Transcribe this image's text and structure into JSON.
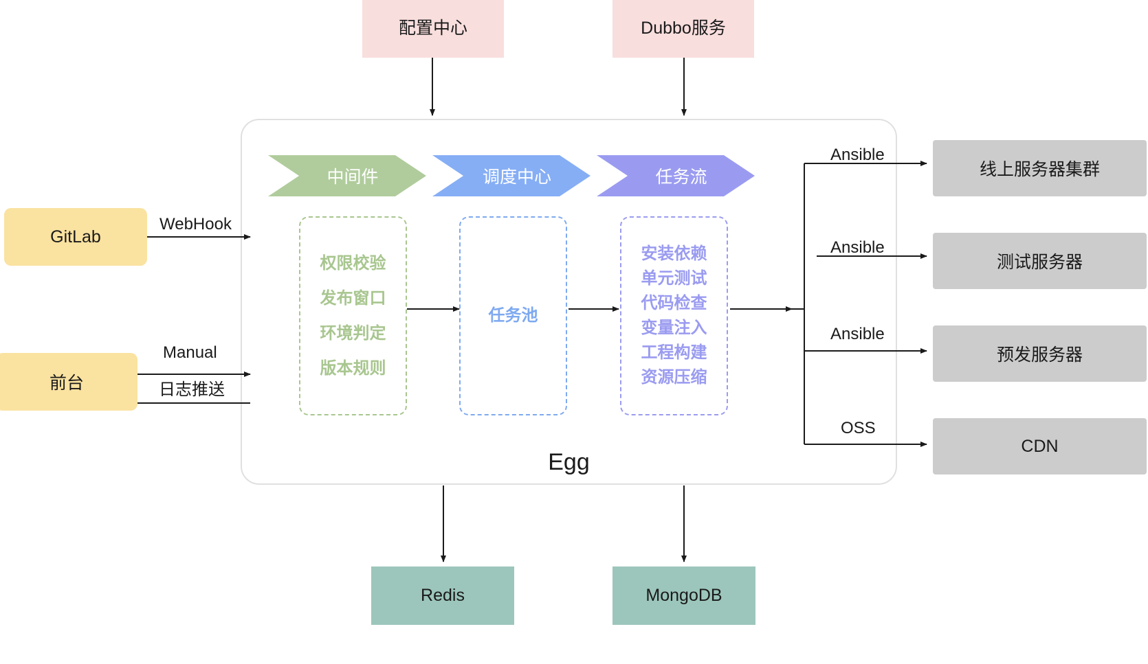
{
  "diagram": {
    "title": "Egg",
    "container_label": "Egg"
  },
  "top_sources": [
    {
      "id": "config-center",
      "label": "配置中心"
    },
    {
      "id": "dubbo-service",
      "label": "Dubbo服务"
    }
  ],
  "left_sources": [
    {
      "id": "gitlab",
      "label": "GitLab"
    },
    {
      "id": "frontend",
      "label": "前台"
    }
  ],
  "left_edges": [
    {
      "id": "webhook",
      "label": "WebHook"
    },
    {
      "id": "manual",
      "label": "Manual"
    },
    {
      "id": "log-push",
      "label": "日志推送"
    }
  ],
  "stages": [
    {
      "id": "middleware",
      "label": "中间件",
      "color": "#B0CC9C"
    },
    {
      "id": "scheduler",
      "label": "调度中心",
      "color": "#86AEF5"
    },
    {
      "id": "taskflow",
      "label": "任务流",
      "color": "#9A9BF0"
    }
  ],
  "stage_boxes": [
    {
      "id": "middleware-items",
      "color": "#A8C68F",
      "items": [
        "权限校验",
        "发布窗口",
        "环境判定",
        "版本规则"
      ]
    },
    {
      "id": "scheduler-items",
      "color": "#7EA9F0",
      "items": [
        "任务池"
      ]
    },
    {
      "id": "taskflow-items",
      "color": "#9A9BF0",
      "items": [
        "安装依赖",
        "单元测试",
        "代码检查",
        "变量注入",
        "工程构建",
        "资源压缩"
      ]
    }
  ],
  "outputs": [
    {
      "id": "online-cluster",
      "label": "线上服务器集群",
      "edge": "Ansible"
    },
    {
      "id": "test-server",
      "label": "测试服务器",
      "edge": "Ansible"
    },
    {
      "id": "staging-server",
      "label": "预发服务器",
      "edge": "Ansible"
    },
    {
      "id": "cdn",
      "label": "CDN",
      "edge": "OSS"
    }
  ],
  "datastores": [
    {
      "id": "redis",
      "label": "Redis"
    },
    {
      "id": "mongodb",
      "label": "MongoDB"
    }
  ],
  "colors": {
    "pink": "#F8DEDD",
    "yellow": "#FAE2A0",
    "grey": "#CCCCCC",
    "teal": "#9CC6BB",
    "green": "#B0CC9C",
    "blue": "#86AEF5",
    "purple": "#9A9BF0",
    "panel_border": "#E0E0E0",
    "arrow": "#1a1a1a"
  }
}
